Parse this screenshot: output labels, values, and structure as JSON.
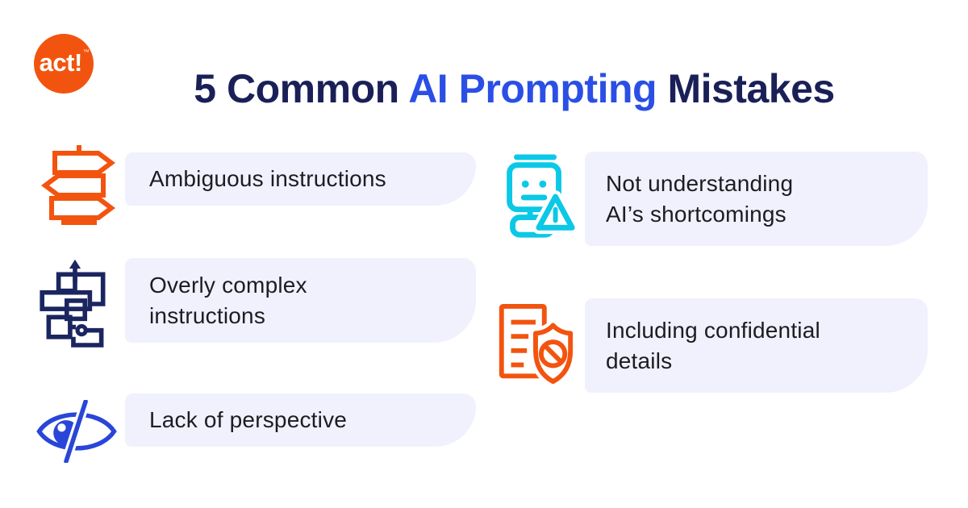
{
  "brand": {
    "name": "act!",
    "trademark": "™"
  },
  "title": {
    "prefix": "5 Common ",
    "highlight": "AI Prompting",
    "suffix": " Mistakes"
  },
  "colors": {
    "orange": "#F2540F",
    "navy": "#1A2057",
    "blue": "#2B4FE4",
    "iconNavy": "#1B2560",
    "iconBlue": "#2946D9",
    "cyan": "#0BC8E6",
    "pillBg": "#F0F1FC",
    "pillText": "#1C1C22"
  },
  "mistakes": [
    {
      "icon": "signpost-icon",
      "label": "Ambiguous instructions"
    },
    {
      "icon": "maze-icon",
      "label": "Overly complex\ninstructions"
    },
    {
      "icon": "eye-slash-icon",
      "label": "Lack of perspective"
    },
    {
      "icon": "robot-warning-icon",
      "label": "Not understanding\nAI’s shortcomings"
    },
    {
      "icon": "document-shield-icon",
      "label": "Including confidential\ndetails"
    }
  ]
}
